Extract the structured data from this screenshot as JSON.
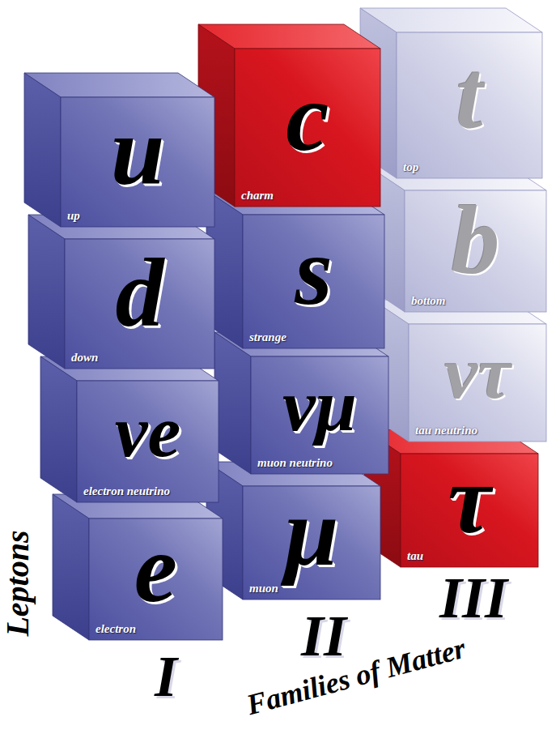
{
  "diagram": {
    "nodes": [
      {
        "text": [
          "u",
          "up"
        ]
      },
      {
        "text": [
          "d",
          "down"
        ]
      },
      {
        "text": [
          "νe",
          "electron neutrino"
        ]
      },
      {
        "text": [
          "e",
          "electron"
        ]
      },
      {
        "text": [
          "c",
          "charm"
        ]
      },
      {
        "text": [
          "s",
          "strange"
        ]
      },
      {
        "text": [
          "νμ",
          "muon neutrino"
        ]
      },
      {
        "text": [
          "μ",
          "muon"
        ]
      },
      {
        "text": [
          "t",
          "top"
        ]
      },
      {
        "text": [
          "b",
          "bottom"
        ]
      },
      {
        "text": [
          "ντ",
          "tau neutrino"
        ]
      },
      {
        "text": [
          "τ",
          "tau"
        ]
      }
    ],
    "labels": [
      "Leptons",
      "I",
      "II",
      "III",
      "Families of Matter"
    ]
  }
}
